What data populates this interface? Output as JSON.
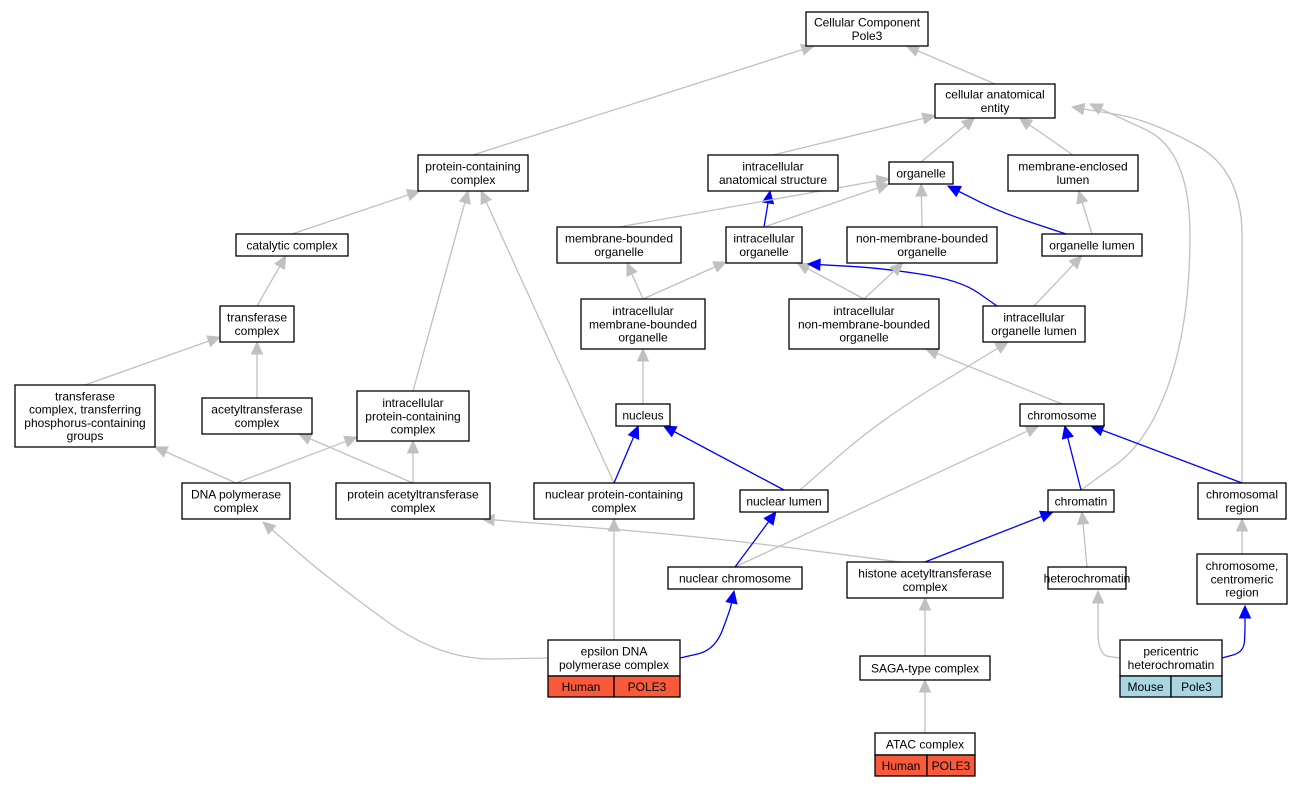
{
  "colors": {
    "grey_edge": "#c0c0c0",
    "blue_edge": "#0000ff",
    "human": "#fa5a3c",
    "mouse": "#a8d6e2",
    "node_border": "#000000"
  },
  "nodes": [
    {
      "id": "root",
      "lines": [
        "Cellular Component",
        "Pole3"
      ]
    },
    {
      "id": "cae",
      "lines": [
        "cellular anatomical",
        "entity"
      ]
    },
    {
      "id": "pcc",
      "lines": [
        "protein-containing",
        "complex"
      ]
    },
    {
      "id": "ias",
      "lines": [
        "intracellular",
        "anatomical structure"
      ]
    },
    {
      "id": "org",
      "lines": [
        "organelle"
      ]
    },
    {
      "id": "mel",
      "lines": [
        "membrane-enclosed",
        "lumen"
      ]
    },
    {
      "id": "cat",
      "lines": [
        "catalytic complex"
      ]
    },
    {
      "id": "mbo",
      "lines": [
        "membrane-bounded",
        "organelle"
      ]
    },
    {
      "id": "io",
      "lines": [
        "intracellular",
        "organelle"
      ]
    },
    {
      "id": "nmbo",
      "lines": [
        "non-membrane-bounded",
        "organelle"
      ]
    },
    {
      "id": "olum",
      "lines": [
        "organelle lumen"
      ]
    },
    {
      "id": "tc",
      "lines": [
        "transferase",
        "complex"
      ]
    },
    {
      "id": "imbo",
      "lines": [
        "intracellular",
        "membrane-bounded",
        "organelle"
      ]
    },
    {
      "id": "inmbo",
      "lines": [
        "intracellular",
        "non-membrane-bounded",
        "organelle"
      ]
    },
    {
      "id": "iol",
      "lines": [
        "intracellular",
        "organelle lumen"
      ]
    },
    {
      "id": "tcp",
      "lines": [
        "transferase",
        "complex, transferring",
        "phosphorus-containing",
        "groups"
      ]
    },
    {
      "id": "acc",
      "lines": [
        "acetyltransferase",
        "complex"
      ]
    },
    {
      "id": "ipcc",
      "lines": [
        "intracellular",
        "protein-containing",
        "complex"
      ]
    },
    {
      "id": "nuc",
      "lines": [
        "nucleus"
      ]
    },
    {
      "id": "chr",
      "lines": [
        "chromosome"
      ]
    },
    {
      "id": "dpc",
      "lines": [
        "DNA polymerase",
        "complex"
      ]
    },
    {
      "id": "pac",
      "lines": [
        "protein acetyltransferase",
        "complex"
      ]
    },
    {
      "id": "npcc",
      "lines": [
        "nuclear protein-containing",
        "complex"
      ]
    },
    {
      "id": "nl",
      "lines": [
        "nuclear lumen"
      ]
    },
    {
      "id": "chrt",
      "lines": [
        "chromatin"
      ]
    },
    {
      "id": "chreg",
      "lines": [
        "chromosomal",
        "region"
      ]
    },
    {
      "id": "nchr",
      "lines": [
        "nuclear chromosome"
      ]
    },
    {
      "id": "hac",
      "lines": [
        "histone acetyltransferase",
        "complex"
      ]
    },
    {
      "id": "het",
      "lines": [
        "heterochromatin"
      ]
    },
    {
      "id": "ccr",
      "lines": [
        "chromosome,",
        "centromeric",
        "region"
      ]
    },
    {
      "id": "eps",
      "lines": [
        "epsilon DNA",
        "polymerase complex"
      ],
      "badge": [
        "Human",
        "POLE3"
      ],
      "badge_color": "human"
    },
    {
      "id": "saga",
      "lines": [
        "SAGA-type complex"
      ]
    },
    {
      "id": "phc",
      "lines": [
        "pericentric",
        "heterochromatin"
      ],
      "badge": [
        "Mouse",
        "Pole3"
      ],
      "badge_color": "mouse"
    },
    {
      "id": "atac",
      "lines": [
        "ATAC complex"
      ],
      "badge": [
        "Human",
        "POLE3"
      ],
      "badge_color": "human"
    }
  ],
  "edges": [
    {
      "from": "cae",
      "to": "root",
      "color": "grey"
    },
    {
      "from": "pcc",
      "to": "root",
      "color": "grey"
    },
    {
      "from": "ias",
      "to": "cae",
      "color": "grey"
    },
    {
      "from": "org",
      "to": "cae",
      "color": "grey"
    },
    {
      "from": "mel",
      "to": "cae",
      "color": "grey"
    },
    {
      "from": "chrt",
      "to": "cae",
      "color": "grey"
    },
    {
      "from": "chreg",
      "to": "cae",
      "color": "grey"
    },
    {
      "from": "cat",
      "to": "pcc",
      "color": "grey"
    },
    {
      "from": "ipcc",
      "to": "pcc",
      "color": "grey"
    },
    {
      "from": "npcc",
      "to": "pcc",
      "color": "grey"
    },
    {
      "from": "io",
      "to": "ias",
      "color": "blue"
    },
    {
      "from": "mbo",
      "to": "org",
      "color": "grey"
    },
    {
      "from": "io",
      "to": "org",
      "color": "grey"
    },
    {
      "from": "nmbo",
      "to": "org",
      "color": "grey"
    },
    {
      "from": "olum",
      "to": "org",
      "color": "blue"
    },
    {
      "from": "olum",
      "to": "mel",
      "color": "grey"
    },
    {
      "from": "tc",
      "to": "cat",
      "color": "grey"
    },
    {
      "from": "imbo",
      "to": "mbo",
      "color": "grey"
    },
    {
      "from": "imbo",
      "to": "io",
      "color": "grey"
    },
    {
      "from": "inmbo",
      "to": "io",
      "color": "grey"
    },
    {
      "from": "iol",
      "to": "io",
      "color": "blue"
    },
    {
      "from": "inmbo",
      "to": "nmbo",
      "color": "grey"
    },
    {
      "from": "iol",
      "to": "olum",
      "color": "grey"
    },
    {
      "from": "tcp",
      "to": "tc",
      "color": "grey"
    },
    {
      "from": "acc",
      "to": "tc",
      "color": "grey"
    },
    {
      "from": "nuc",
      "to": "imbo",
      "color": "grey"
    },
    {
      "from": "chr",
      "to": "inmbo",
      "color": "grey"
    },
    {
      "from": "nl",
      "to": "iol",
      "color": "grey"
    },
    {
      "from": "dpc",
      "to": "tcp",
      "color": "grey"
    },
    {
      "from": "pac",
      "to": "acc",
      "color": "grey"
    },
    {
      "from": "dpc",
      "to": "ipcc",
      "color": "grey"
    },
    {
      "from": "pac",
      "to": "ipcc",
      "color": "grey"
    },
    {
      "from": "npcc",
      "to": "nuc",
      "color": "blue"
    },
    {
      "from": "nl",
      "to": "nuc",
      "color": "blue"
    },
    {
      "from": "nchr",
      "to": "chr",
      "color": "grey"
    },
    {
      "from": "chrt",
      "to": "chr",
      "color": "blue"
    },
    {
      "from": "chreg",
      "to": "chr",
      "color": "blue"
    },
    {
      "from": "eps",
      "to": "dpc",
      "color": "grey"
    },
    {
      "from": "hac",
      "to": "pac",
      "color": "grey"
    },
    {
      "from": "eps",
      "to": "npcc",
      "color": "grey"
    },
    {
      "from": "nchr",
      "to": "nl",
      "color": "blue"
    },
    {
      "from": "hac",
      "to": "chrt",
      "color": "blue"
    },
    {
      "from": "het",
      "to": "chrt",
      "color": "grey"
    },
    {
      "from": "ccr",
      "to": "chreg",
      "color": "grey"
    },
    {
      "from": "eps",
      "to": "nchr",
      "color": "blue"
    },
    {
      "from": "saga",
      "to": "hac",
      "color": "grey"
    },
    {
      "from": "phc",
      "to": "het",
      "color": "grey"
    },
    {
      "from": "phc",
      "to": "ccr",
      "color": "blue"
    },
    {
      "from": "atac",
      "to": "saga",
      "color": "grey"
    }
  ]
}
